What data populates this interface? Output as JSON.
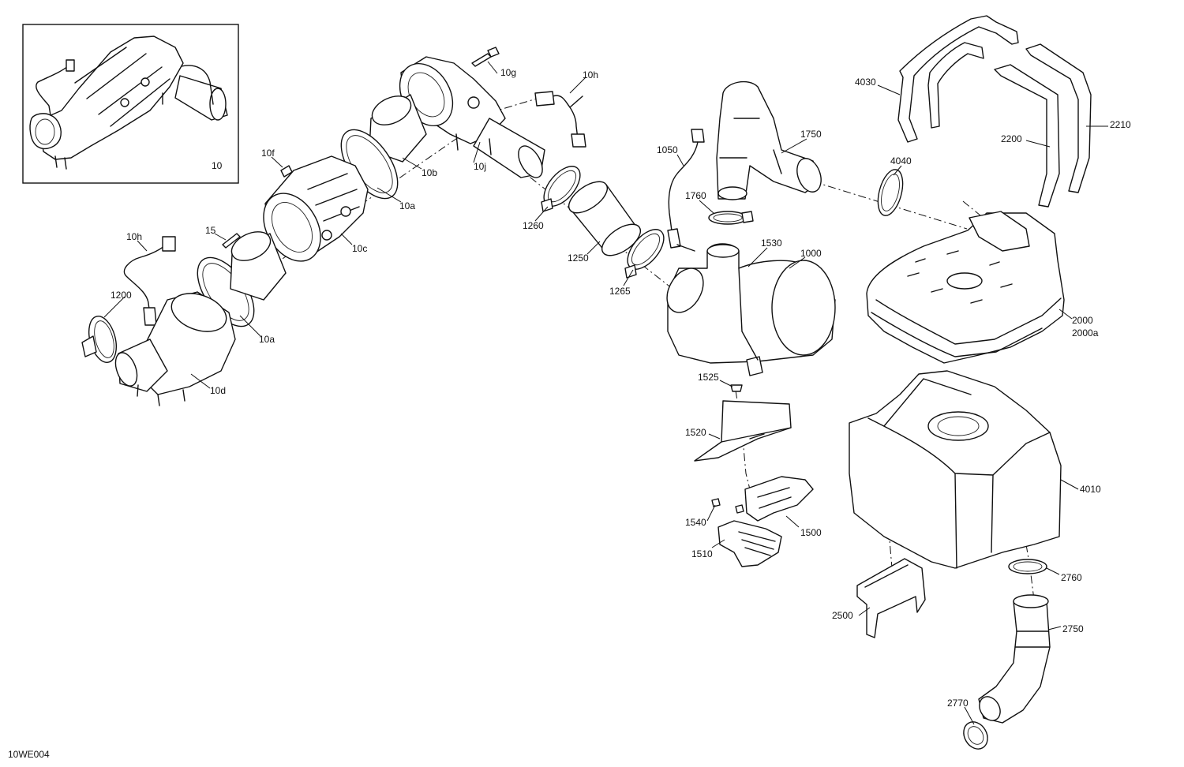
{
  "diagram_ref": "10WE004",
  "inset_label": "10",
  "labels": {
    "p10g": "10g",
    "p10h_top": "10h",
    "p10f": "10f",
    "p10b": "10b",
    "p10j": "10j",
    "p10a_top": "10a",
    "p10c": "10c",
    "p15": "15",
    "p10h_left": "10h",
    "p1200": "1200",
    "p10a_bot": "10a",
    "p10d": "10d",
    "p1260": "1260",
    "p1250": "1250",
    "p1265": "1265",
    "p1050": "1050",
    "p1750": "1750",
    "p1760": "1760",
    "p1530": "1530",
    "p1000": "1000",
    "p4040": "4040",
    "p4030": "4030",
    "p2200": "2200",
    "p2210": "2210",
    "p2000": "2000",
    "p2000a": "2000a",
    "p1525": "1525",
    "p1520": "1520",
    "p1540": "1540",
    "p1500": "1500",
    "p1510": "1510",
    "p4010": "4010",
    "p2760": "2760",
    "p2500": "2500",
    "p2750": "2750",
    "p2770": "2770"
  }
}
